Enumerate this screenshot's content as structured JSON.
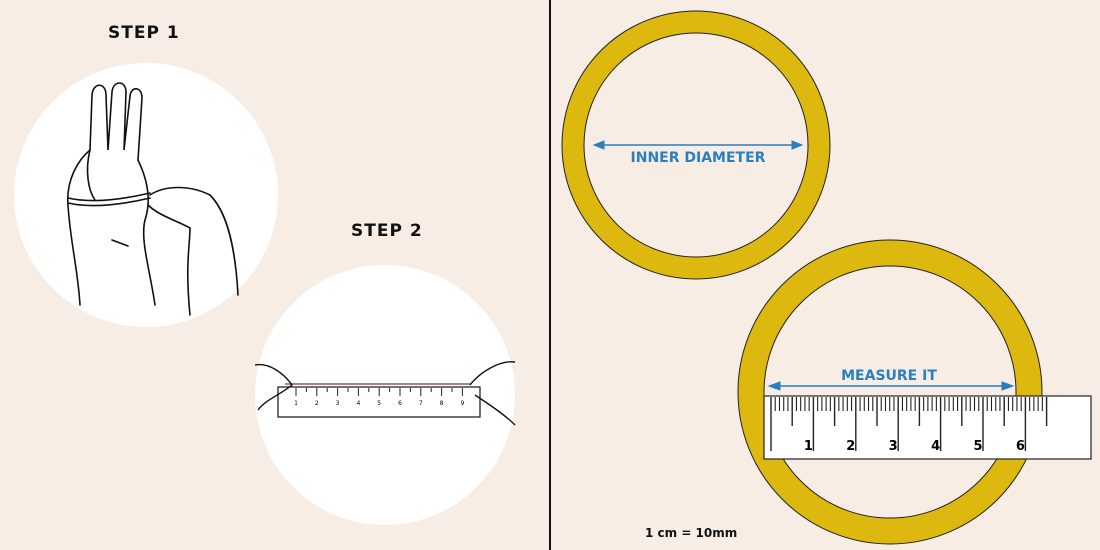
{
  "left_panel": {
    "step1_label": "STEP 1",
    "step2_label": "STEP 2",
    "small_ruler_numbers": [
      "1",
      "2",
      "3",
      "4",
      "5",
      "6",
      "7",
      "8",
      "9"
    ]
  },
  "right_panel": {
    "inner_diameter_label": "INNER DIAMETER",
    "measure_label": "MEASURE IT",
    "ruler_numbers": [
      "1",
      "2",
      "3",
      "4",
      "5",
      "6"
    ],
    "scale_note": "1 cm = 10mm"
  },
  "colors": {
    "background": "#f8ede5",
    "ring": "#ddb90f",
    "accent_blue": "#2a7fc0",
    "circle_fill": "#ffffff"
  }
}
